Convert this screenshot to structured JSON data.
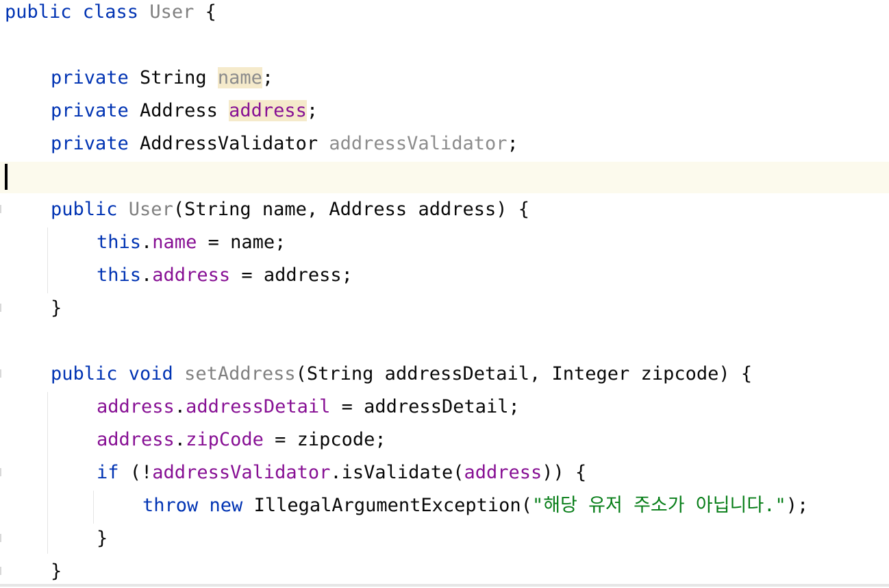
{
  "editor": {
    "language": "java",
    "lines": [
      {
        "tokens": [
          {
            "t": "public class ",
            "c": "kw"
          },
          {
            "t": "User",
            "c": "decl"
          },
          {
            "t": " {",
            "c": ""
          }
        ]
      },
      {
        "tokens": []
      },
      {
        "tokens": [
          {
            "t": "private ",
            "c": "kw"
          },
          {
            "t": "String ",
            "c": ""
          },
          {
            "t": "name",
            "c": "unused hl"
          },
          {
            "t": ";",
            "c": ""
          }
        ]
      },
      {
        "tokens": [
          {
            "t": "private ",
            "c": "kw"
          },
          {
            "t": "Address ",
            "c": ""
          },
          {
            "t": "address",
            "c": "field hl"
          },
          {
            "t": ";",
            "c": ""
          }
        ]
      },
      {
        "tokens": [
          {
            "t": "private ",
            "c": "kw"
          },
          {
            "t": "AddressValidator ",
            "c": ""
          },
          {
            "t": "addressValidator",
            "c": "unused"
          },
          {
            "t": ";",
            "c": ""
          }
        ]
      },
      {
        "tokens": []
      },
      {
        "tokens": [
          {
            "t": "public ",
            "c": "kw"
          },
          {
            "t": "User",
            "c": "decl"
          },
          {
            "t": "(String name, Address address) {",
            "c": ""
          }
        ]
      },
      {
        "tokens": [
          {
            "t": "this",
            "c": "kw"
          },
          {
            "t": ".",
            "c": ""
          },
          {
            "t": "name",
            "c": "field"
          },
          {
            "t": " = name;",
            "c": ""
          }
        ]
      },
      {
        "tokens": [
          {
            "t": "this",
            "c": "kw"
          },
          {
            "t": ".",
            "c": ""
          },
          {
            "t": "address",
            "c": "field"
          },
          {
            "t": " = address;",
            "c": ""
          }
        ]
      },
      {
        "tokens": [
          {
            "t": "}",
            "c": ""
          }
        ]
      },
      {
        "tokens": []
      },
      {
        "tokens": [
          {
            "t": "public void ",
            "c": "kw"
          },
          {
            "t": "setAddress",
            "c": "decl"
          },
          {
            "t": "(String addressDetail, Integer zipcode) {",
            "c": ""
          }
        ]
      },
      {
        "tokens": [
          {
            "t": "address",
            "c": "field"
          },
          {
            "t": ".",
            "c": ""
          },
          {
            "t": "addressDetail",
            "c": "field"
          },
          {
            "t": " = addressDetail;",
            "c": ""
          }
        ]
      },
      {
        "tokens": [
          {
            "t": "address",
            "c": "field"
          },
          {
            "t": ".",
            "c": ""
          },
          {
            "t": "zipCode",
            "c": "field"
          },
          {
            "t": " = zipcode;",
            "c": ""
          }
        ]
      },
      {
        "tokens": [
          {
            "t": "if ",
            "c": "kw"
          },
          {
            "t": "(!",
            "c": ""
          },
          {
            "t": "addressValidator",
            "c": "field"
          },
          {
            "t": ".isValidate(",
            "c": ""
          },
          {
            "t": "address",
            "c": "field"
          },
          {
            "t": ")) {",
            "c": ""
          }
        ]
      },
      {
        "tokens": [
          {
            "t": "throw new ",
            "c": "kw"
          },
          {
            "t": "IllegalArgumentException(",
            "c": ""
          },
          {
            "t": "\"해당 유저 주소가 아닙니다.\"",
            "c": "str"
          },
          {
            "t": ");",
            "c": ""
          }
        ]
      },
      {
        "tokens": [
          {
            "t": "}",
            "c": ""
          }
        ]
      },
      {
        "tokens": [
          {
            "t": "}",
            "c": ""
          }
        ]
      }
    ]
  }
}
